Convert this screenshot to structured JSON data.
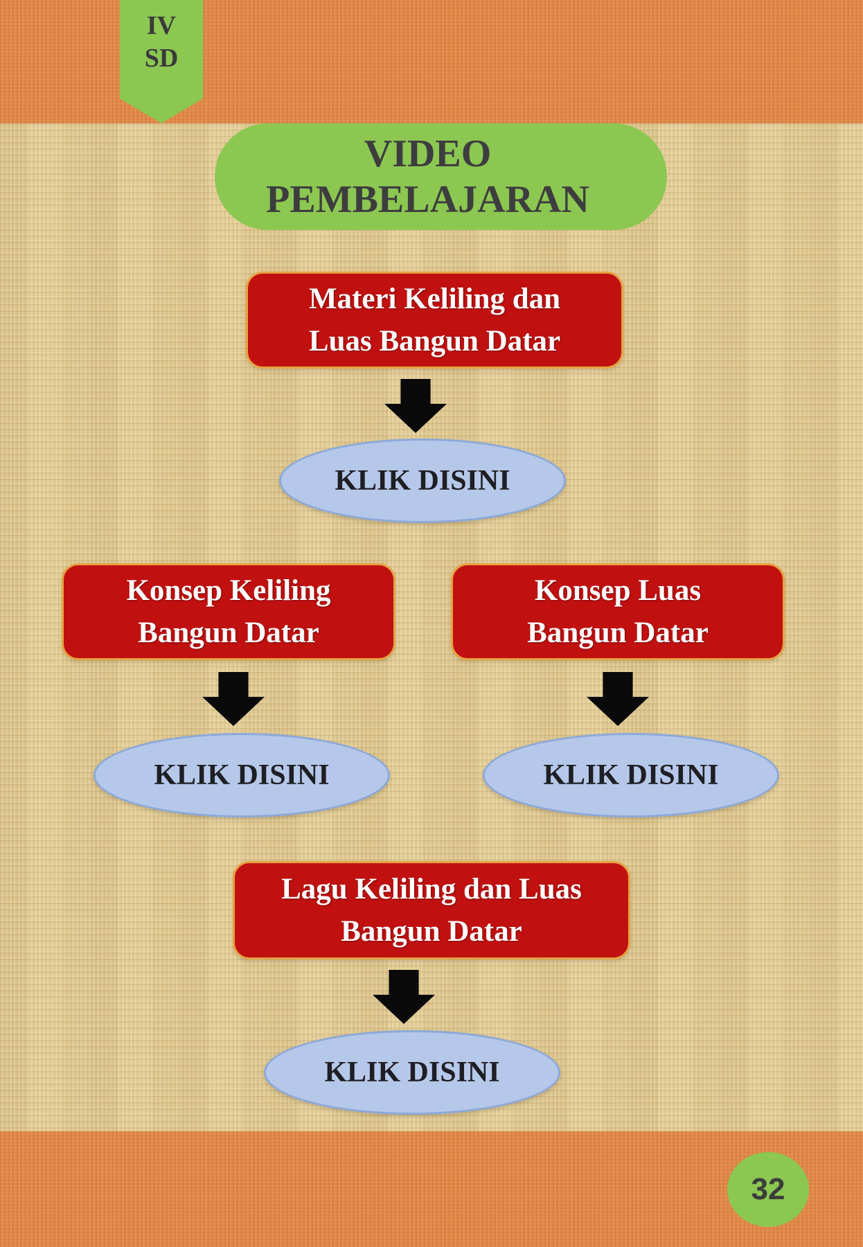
{
  "badge": {
    "lines": [
      "IV",
      "SD"
    ]
  },
  "title": {
    "lines": [
      "VIDEO",
      "PEMBELAJARAN"
    ]
  },
  "flow": {
    "materi": {
      "lines": [
        "Materi Keliling dan",
        "Luas Bangun Datar"
      ]
    },
    "klik_materi": {
      "label": "KLIK DISINI"
    },
    "konsep_keliling": {
      "lines": [
        "Konsep Keliling",
        "Bangun Datar"
      ]
    },
    "klik_keliling": {
      "label": "KLIK DISINI"
    },
    "konsep_luas": {
      "lines": [
        "Konsep Luas",
        "Bangun Datar"
      ]
    },
    "klik_luas": {
      "label": "KLIK DISINI"
    },
    "lagu": {
      "lines": [
        "Lagu Keliling dan Luas",
        "Bangun Datar"
      ]
    },
    "klik_lagu": {
      "label": "KLIK DISINI"
    }
  },
  "page_number": "32",
  "colors": {
    "band_orange": "#e28c4e",
    "background_tan": "#e3cd97",
    "accent_green": "#8cc751",
    "node_red": "#c01010",
    "node_red_border": "#e6a342",
    "ellipse_blue": "#b6c8e9",
    "ellipse_blue_border": "#8da9d8",
    "arrow_black": "#0a0a0a",
    "dark_text": "#3a3a3c"
  }
}
